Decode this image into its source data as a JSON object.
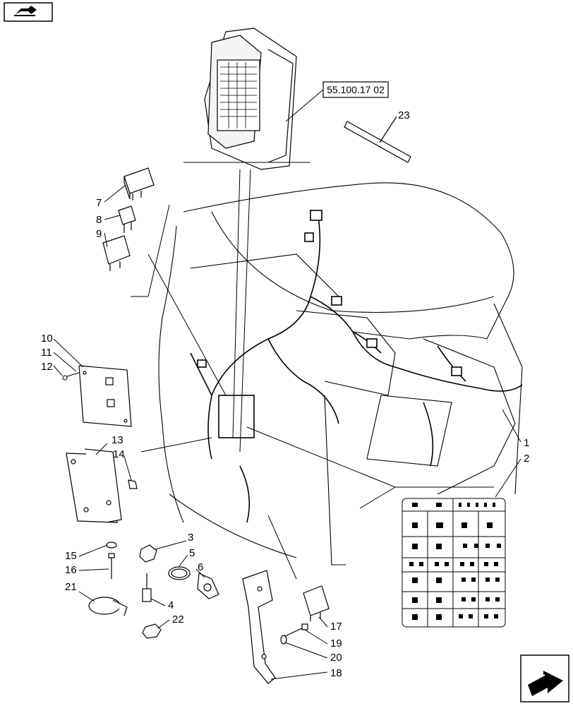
{
  "diagram": {
    "reference_box": "55.100.17 02",
    "callouts": [
      "1",
      "2",
      "3",
      "4",
      "5",
      "6",
      "7",
      "8",
      "9",
      "10",
      "11",
      "12",
      "13",
      "14",
      "15",
      "16",
      "17",
      "18",
      "19",
      "20",
      "21",
      "22",
      "23"
    ]
  },
  "icons": {
    "top_left": "book-arrow-icon",
    "bottom_right": "next-page-arrow-icon"
  },
  "colors": {
    "line": "#000000",
    "background": "#ffffff"
  }
}
